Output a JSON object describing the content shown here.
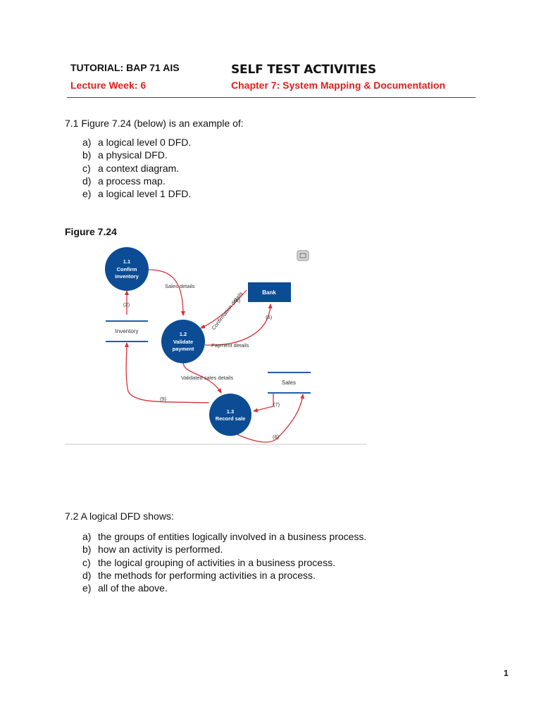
{
  "header": {
    "tutorial": "TUTORIAL: BAP 71 AIS",
    "title": "SELF TEST ACTIVITIES",
    "week": "Lecture Week: 6",
    "chapter": "Chapter 7: System Mapping & Documentation"
  },
  "question1": {
    "text": "7.1 Figure 7.24 (below) is an example of:",
    "options": [
      {
        "letter": "a)",
        "text": "a logical level 0 DFD."
      },
      {
        "letter": "b)",
        "text": "a physical DFD."
      },
      {
        "letter": "c)",
        "text": "a context diagram."
      },
      {
        "letter": "d)",
        "text": "a process map."
      },
      {
        "letter": "e)",
        "text": "a logical level 1 DFD."
      }
    ]
  },
  "figure": {
    "label": "Figure 7.24",
    "processes": [
      {
        "num": "1.1",
        "line1": "Confirm",
        "line2": "inventory"
      },
      {
        "num": "1.2",
        "line1": "Validate",
        "line2": "payment"
      },
      {
        "num": "1.3",
        "line1": "Record sale",
        "line2": ""
      }
    ],
    "entity": "Bank",
    "stores": {
      "inventory": "Inventory",
      "sales": "Sales"
    },
    "flows": {
      "sales_details": "Sales details",
      "confirmation_details": "Confirmation details",
      "payment_details": "Payment details",
      "validated_sales_details": "Validated sales details",
      "n2": "(2)",
      "n5": "(5)",
      "n6a": "(6)",
      "n6b": "(6)",
      "n7": "(7)",
      "n9": "(9)"
    },
    "colors": {
      "process": "#0b4c94",
      "arrow": "#d9303a",
      "store_line": "#1f5ea8"
    }
  },
  "question2": {
    "text": "7.2 A logical DFD shows:",
    "options": [
      {
        "letter": "a)",
        "text": "the groups of entities logically involved in a business process."
      },
      {
        "letter": "b)",
        "text": "how an activity is performed."
      },
      {
        "letter": "c)",
        "text": "the logical grouping of activities in a business process."
      },
      {
        "letter": "d)",
        "text": "the methods for performing activities in a process."
      },
      {
        "letter": "e)",
        "text": "all of the above."
      }
    ]
  },
  "page_number": "1"
}
